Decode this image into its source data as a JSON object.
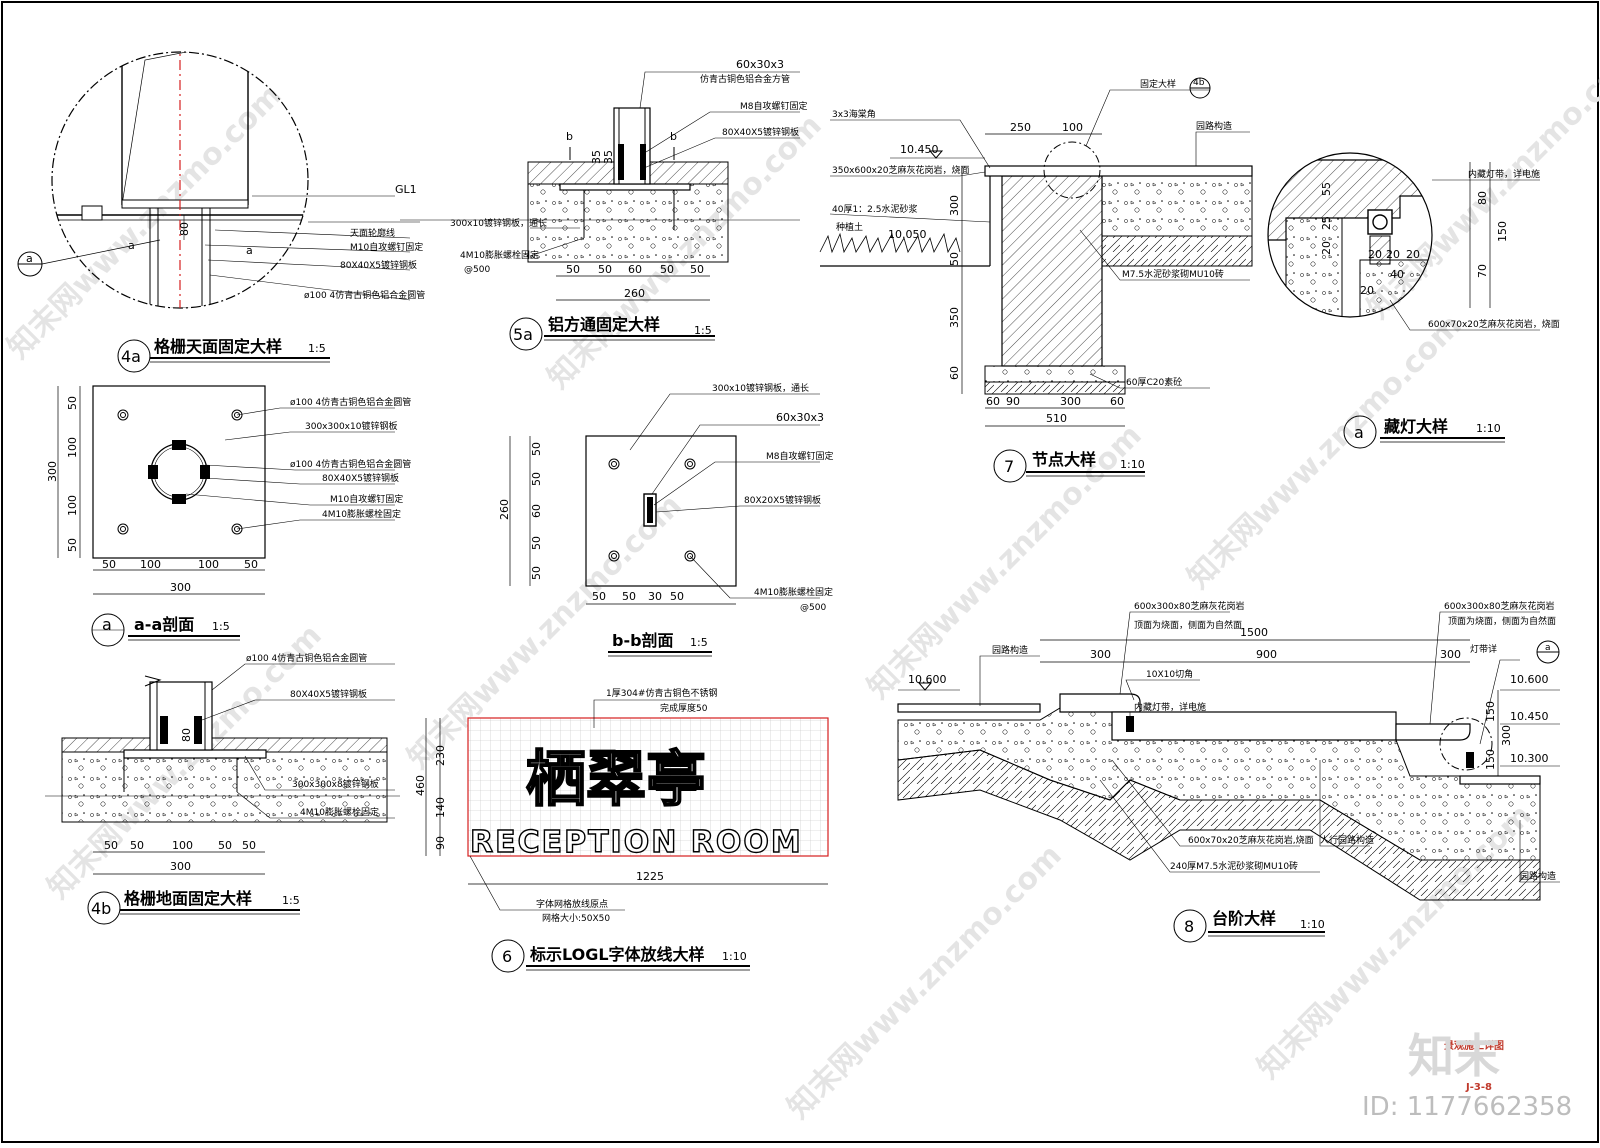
{
  "watermark": {
    "text": "知末网www.znzmo.com",
    "brand": "知末",
    "id": "ID: 1177662358"
  },
  "sheet_tag": {
    "project": "景观施工详图",
    "number": "J-3-8"
  },
  "details": {
    "d4a": {
      "tag": "4a",
      "title": "格栅天面固定大样",
      "scale": "1:5",
      "notes": [
        "GL1",
        "天面轮廓线",
        "M10自攻螺钉固定",
        "80X40X5镀锌钢板",
        "ø100 4仿青古铜色铝合金圆管"
      ],
      "dims": [
        "80"
      ],
      "marks": [
        "a",
        "a",
        "a"
      ]
    },
    "dAA": {
      "tag": "a",
      "title": "a-a剖面",
      "scale": "1:5",
      "notes": [
        "ø100 4仿青古铜色铝合金圆管",
        "300x300x10镀锌钢板",
        "ø100 4仿青古铜色铝合金圆管",
        "80X40X5镀锌钢板",
        "M10自攻螺钉固定",
        "4M10膨胀螺栓固定"
      ],
      "dims_v": [
        "50",
        "100",
        "100",
        "50",
        "300"
      ],
      "dims_h": [
        "50",
        "100",
        "100",
        "50",
        "300"
      ]
    },
    "d4b": {
      "tag": "4b",
      "title": "格栅地面固定大样",
      "scale": "1:5",
      "notes": [
        "ø100 4仿青古铜色铝合金圆管",
        "80X40X5镀锌钢板",
        "300x300x8镀锌钢板",
        "4M10膨胀螺栓固定"
      ],
      "dims": [
        "80"
      ],
      "dims_h": [
        "50",
        "50",
        "100",
        "50",
        "50",
        "300"
      ]
    },
    "d5a": {
      "tag": "5a",
      "title": "铝方通固定大样",
      "scale": "1:5",
      "notes": [
        "60x30x3",
        "仿青古铜色铝合金方管",
        "M8自攻螺钉固定",
        "80X40X5镀锌钢板",
        "300x10镀锌钢板，通长",
        "4M10膨胀螺栓固定",
        "@500"
      ],
      "dims": [
        "35",
        "35"
      ],
      "dims_h": [
        "50",
        "50",
        "60",
        "50",
        "50",
        "260"
      ],
      "marks": [
        "b",
        "b"
      ]
    },
    "dBB": {
      "tag": "",
      "title": "b-b剖面",
      "scale": "1:5",
      "notes": [
        "300x10镀锌钢板，通长",
        "60x30x3",
        "M8自攻螺钉固定",
        "80X20X5镀锌钢板",
        "4M10膨胀螺栓固定",
        "@500"
      ],
      "dims_v": [
        "50",
        "50",
        "60",
        "50",
        "50",
        "260"
      ],
      "dims_h": [
        "50",
        "50",
        "30",
        "50"
      ]
    },
    "d6": {
      "tag": "6",
      "title": "标示LOGL字体放线大样",
      "scale": "1:10",
      "sign_cn": "栖翠亭",
      "sign_en": "RECEPTION ROOM",
      "notes": [
        "1厚304#仿青古铜色不锈钢",
        "完成厚度50",
        "字体网格放线原点",
        "网格大小:50X50"
      ],
      "dims_v": [
        "230",
        "140",
        "90",
        "460"
      ],
      "dims_h": [
        "1225"
      ]
    },
    "d7": {
      "tag": "7",
      "title": "节点大样",
      "scale": "1:10",
      "notes": [
        "3x3海棠角",
        "350x600x20芝麻灰花岗岩，烧面",
        "40厚1：2.5水泥砂浆",
        "种植土",
        "固定大样",
        "园路构造",
        "M7.5水泥砂浆砌MU10砖",
        "60厚C20素砼"
      ],
      "levels": [
        "10.450",
        "10.050"
      ],
      "tag_ref": "4b",
      "dims_top": [
        "250",
        "100"
      ],
      "dims_v": [
        "300",
        "50",
        "350",
        "60"
      ],
      "dims_h": [
        "60",
        "90",
        "300",
        "60",
        "510"
      ]
    },
    "dA": {
      "tag": "a",
      "title": "藏灯大样",
      "scale": "1:10",
      "notes": [
        "内藏灯带，详电施",
        "600x70x20芝麻灰花岗岩，烧面"
      ],
      "dims": [
        "55",
        "25",
        "20",
        "20",
        "20",
        "20",
        "40",
        "20",
        "80",
        "150",
        "70"
      ]
    },
    "d8": {
      "tag": "8",
      "title": "台阶大样",
      "scale": "1:10",
      "notes": [
        "600x300x80芝麻灰花岗岩",
        "顶面为烧面，侧面为自然面",
        "600x300x80芝麻灰花岗岩",
        "顶面为烧面，侧面为自然面",
        "园路构造",
        "10X10切角",
        "内藏灯带，详电施",
        "灯带详",
        "600x70x20芝麻灰花岗岩,烧面",
        "240厚M7.5水泥砂浆砌MU10砖",
        "人行园路构造",
        "园路构造"
      ],
      "levels_left": [
        "10.600"
      ],
      "levels_right": [
        "10.600",
        "10.450",
        "10.300"
      ],
      "dims_h": [
        "1500",
        "300",
        "900",
        "300"
      ],
      "dims_v": [
        "150",
        "300",
        "150"
      ],
      "tag_ref": "a"
    }
  },
  "colors": {
    "line": "#000000",
    "axis": "#d61f1f",
    "watermark": "#e4e4e4",
    "sheet_tag": "#c0392b"
  }
}
